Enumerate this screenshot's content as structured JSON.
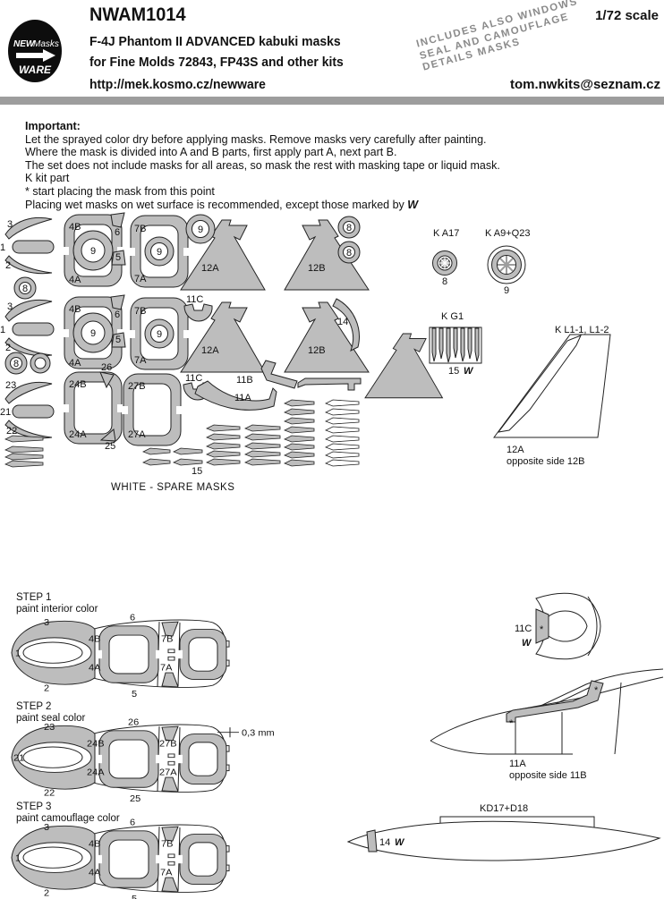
{
  "header": {
    "code": "NWAM1014",
    "title1": "F-4J Phantom II ADVANCED kabuki masks",
    "title2": "for Fine Molds 72843, FP43S and other kits",
    "url": "http://mek.kosmo.cz/newware",
    "scale": "1/72 scale",
    "email": "tom.nwkits@seznam.cz",
    "banner": {
      "l1": "INCLUDES ALSO WINDOWS",
      "l2": "SEAL AND CAMOUFLAGE",
      "l3": "DETAILS MASKS"
    },
    "logo": {
      "new": "NEW",
      "masks": "Masks",
      "ware": "WARE"
    }
  },
  "important": {
    "heading": "Important:",
    "l1": "Let the sprayed color dry before applying masks. Remove masks very carefully after painting.",
    "l2": "Where the mask is divided into A and B parts, first apply part A, next part B.",
    "l3": "The set does not include masks for all areas, so mask the rest with masking tape or liquid mask.",
    "l4": "K kit part",
    "l5": "* start placing the mask from this point",
    "l6": "Placing wet masks on wet surface is recommended, except those marked by",
    "wet_symbol": "W"
  },
  "sheet": {
    "caption": "WHITE - SPARE MASKS",
    "labels": {
      "1": "1",
      "2": "2",
      "3": "3",
      "5": "5",
      "6": "6",
      "8": "8",
      "9": "9",
      "4B": "4B",
      "4A": "4A",
      "7B": "7B",
      "7A": "7A",
      "11A": "11A",
      "11B": "11B",
      "11C": "11C",
      "12A": "12A",
      "12B": "12B",
      "14": "14",
      "15": "15",
      "21": "21",
      "22": "22",
      "23": "23",
      "24B": "24B",
      "24A": "24A",
      "25": "25",
      "26": "26",
      "27B": "27B",
      "27A": "27A"
    }
  },
  "right": {
    "a17": {
      "name": "K A17",
      "num": "8"
    },
    "a9": {
      "name": "K A9+Q23",
      "num": "9"
    },
    "g1": {
      "name": "K G1",
      "num": "15",
      "sym": "W"
    },
    "fin": {
      "name": "K L1-1, L1-2",
      "part": "12A",
      "note": "opposite side 12B"
    }
  },
  "steps": {
    "s1": {
      "title": "STEP 1",
      "sub": "paint interior color"
    },
    "s2": {
      "title": "STEP 2",
      "sub": "paint seal color",
      "dim": "0,3 mm"
    },
    "s3": {
      "title": "STEP 3",
      "sub": "paint camouflage color"
    },
    "c1": {
      "tl": "3",
      "nose": "1",
      "bl": "2",
      "tm": "6",
      "bm": "5",
      "fb": "4B",
      "fa": "4A",
      "rb": "7B",
      "ra": "7A"
    },
    "c2": {
      "tl": "23",
      "nose": "21",
      "bl": "22",
      "tm": "26",
      "bm": "25",
      "fb": "24B",
      "fa": "24A",
      "rb": "27B",
      "ra": "27A"
    }
  },
  "details": {
    "nose": {
      "part": "11C",
      "star": "*",
      "sym": "W"
    },
    "fus": {
      "part": "11A",
      "note": "opposite side 11B",
      "star": "*"
    },
    "tank": {
      "title": "KD17+D18",
      "part": "14",
      "sym": "W"
    }
  }
}
